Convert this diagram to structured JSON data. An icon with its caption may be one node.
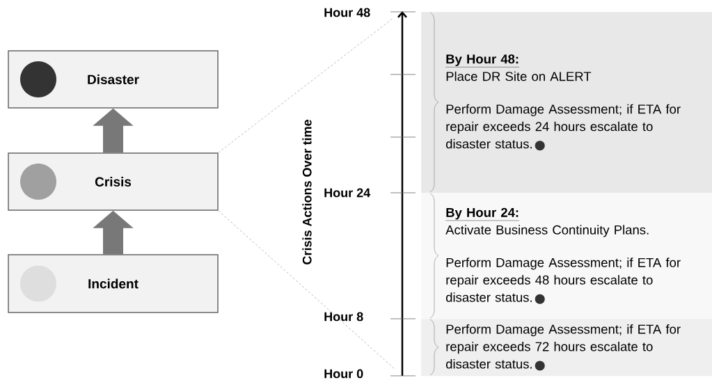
{
  "diagram": {
    "nodes": [
      {
        "text": [
          "Disaster"
        ]
      },
      {
        "text": [
          "Crisis"
        ]
      },
      {
        "text": [
          "Incident"
        ]
      },
      {
        "text": [
          "By Hour 48:",
          "Place DR Site on ALERT",
          "Perform Damage Assessment; if ETA for repair exceeds 24 hours escalate to disaster status."
        ]
      },
      {
        "text": [
          "By Hour 24:",
          "Activate Business Continuity Plans.",
          "Perform Damage Assessment; if ETA for repair exceeds 48 hours escalate to disaster status."
        ]
      },
      {
        "text": [
          "Perform Damage Assessment; if ETA for repair exceeds 72 hours escalate to disaster status."
        ]
      }
    ],
    "edges": [
      {
        "from": 2,
        "to": 1,
        "arrow": "to",
        "style": "thick"
      },
      {
        "from": 1,
        "to": 0,
        "arrow": "to",
        "style": "thick"
      },
      {
        "from": 1,
        "to": null,
        "arrow": "none",
        "style": "dashed"
      },
      {
        "from": 1,
        "to": null,
        "arrow": "none",
        "style": "dashed"
      }
    ],
    "labels": [
      "Hour 48",
      "Crisis Actions Over time",
      "Hour 24",
      "Hour 8",
      "Hour 0"
    ]
  }
}
